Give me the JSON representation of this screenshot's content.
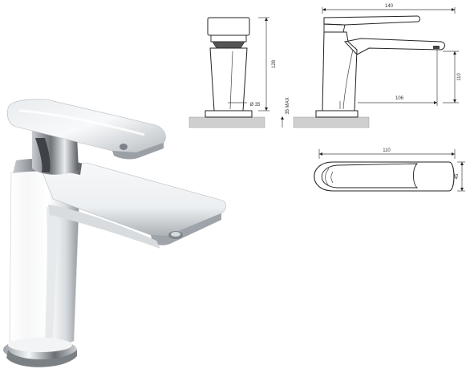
{
  "dimensions": {
    "side_height": "128",
    "base_diameter": "Ø 35",
    "max_deck": "35 MAX",
    "front_width": "140",
    "spout_height": "110",
    "spout_reach": "106",
    "top_length": "110",
    "top_depth": "45"
  },
  "colors": {
    "chrome_dark": "#6f7378",
    "chrome_mid": "#b9bec3",
    "chrome_light": "#f4f6f7",
    "line": "#222222",
    "ground": "#cfcfcf"
  }
}
